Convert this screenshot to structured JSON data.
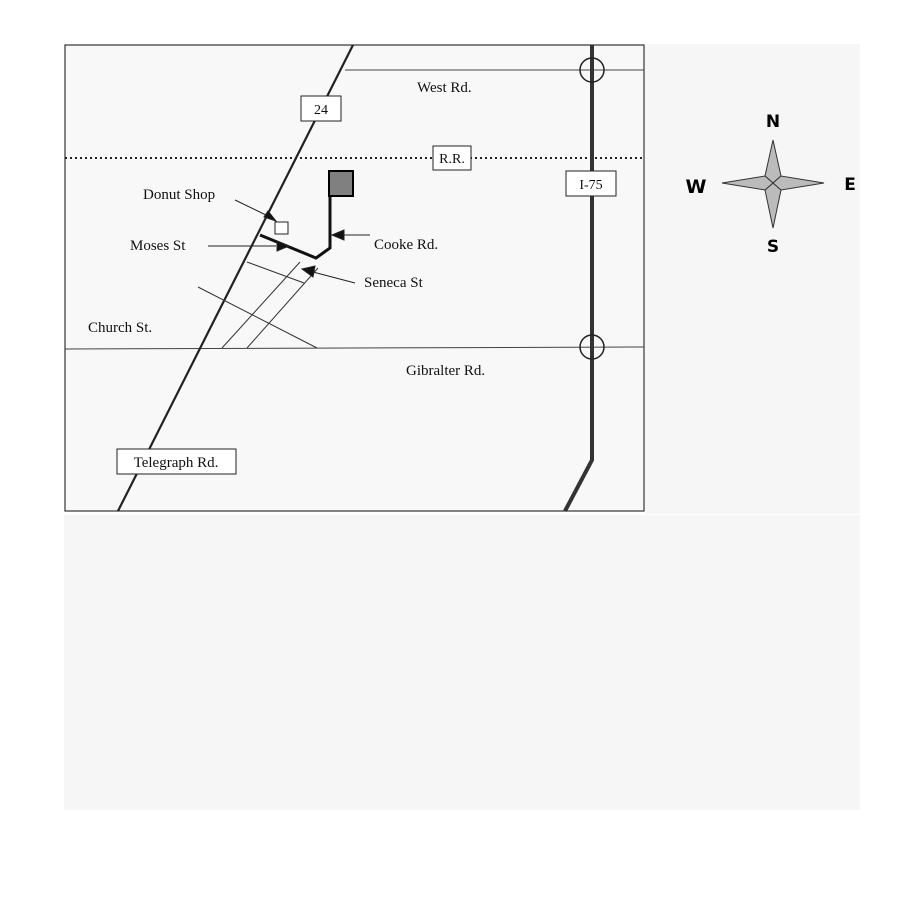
{
  "map": {
    "road_labels": {
      "west_rd": "West Rd.",
      "route_24": "24",
      "railroad": "R.R.",
      "i75": "I-75",
      "donut_shop": "Donut Shop",
      "moses_st": "Moses St",
      "cooke_rd": "Cooke Rd.",
      "seneca_st": "Seneca St",
      "church_st": "Church St.",
      "gibralter_rd": "Gibralter Rd.",
      "telegraph_rd": "Telegraph Rd."
    },
    "colors": {
      "road": "#222222",
      "destination_fill": "#808080",
      "map_background": "#f8f8f8",
      "faded_area": "#f6f6f6"
    }
  },
  "compass": {
    "north": "N",
    "south": "S",
    "east": "E",
    "west": "W"
  }
}
